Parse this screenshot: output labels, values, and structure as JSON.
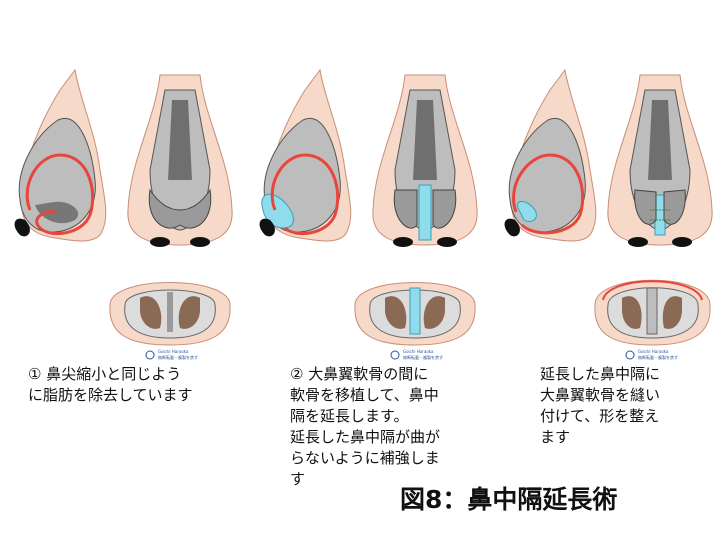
{
  "figure_title": "図8：鼻中隔延長術",
  "watermark": {
    "name": "Goichi Haraoka",
    "note": "無断転載・複製を禁ず"
  },
  "steps": [
    {
      "caption": "① 鼻尖縮小と同じよう\nに脂肪を除去しています"
    },
    {
      "caption": "② 大鼻翼軟骨の間に\n軟骨を移植して、鼻中\n隔を延長します。\n延長した鼻中隔が曲が\nらないように補強しま\nす"
    },
    {
      "caption": "延長した鼻中隔に\n大鼻翼軟骨を縫い\n付けて、形を整え\nます"
    }
  ],
  "colors": {
    "skin": "#f6d9c8",
    "skin_edge": "#c98e76",
    "cartilage": "#bdbdbd",
    "cartilage_dark": "#6f6f6f",
    "outline_red": "#e8453c",
    "graft": "#8fdcec",
    "watermark_blue": "#2a56a0"
  }
}
